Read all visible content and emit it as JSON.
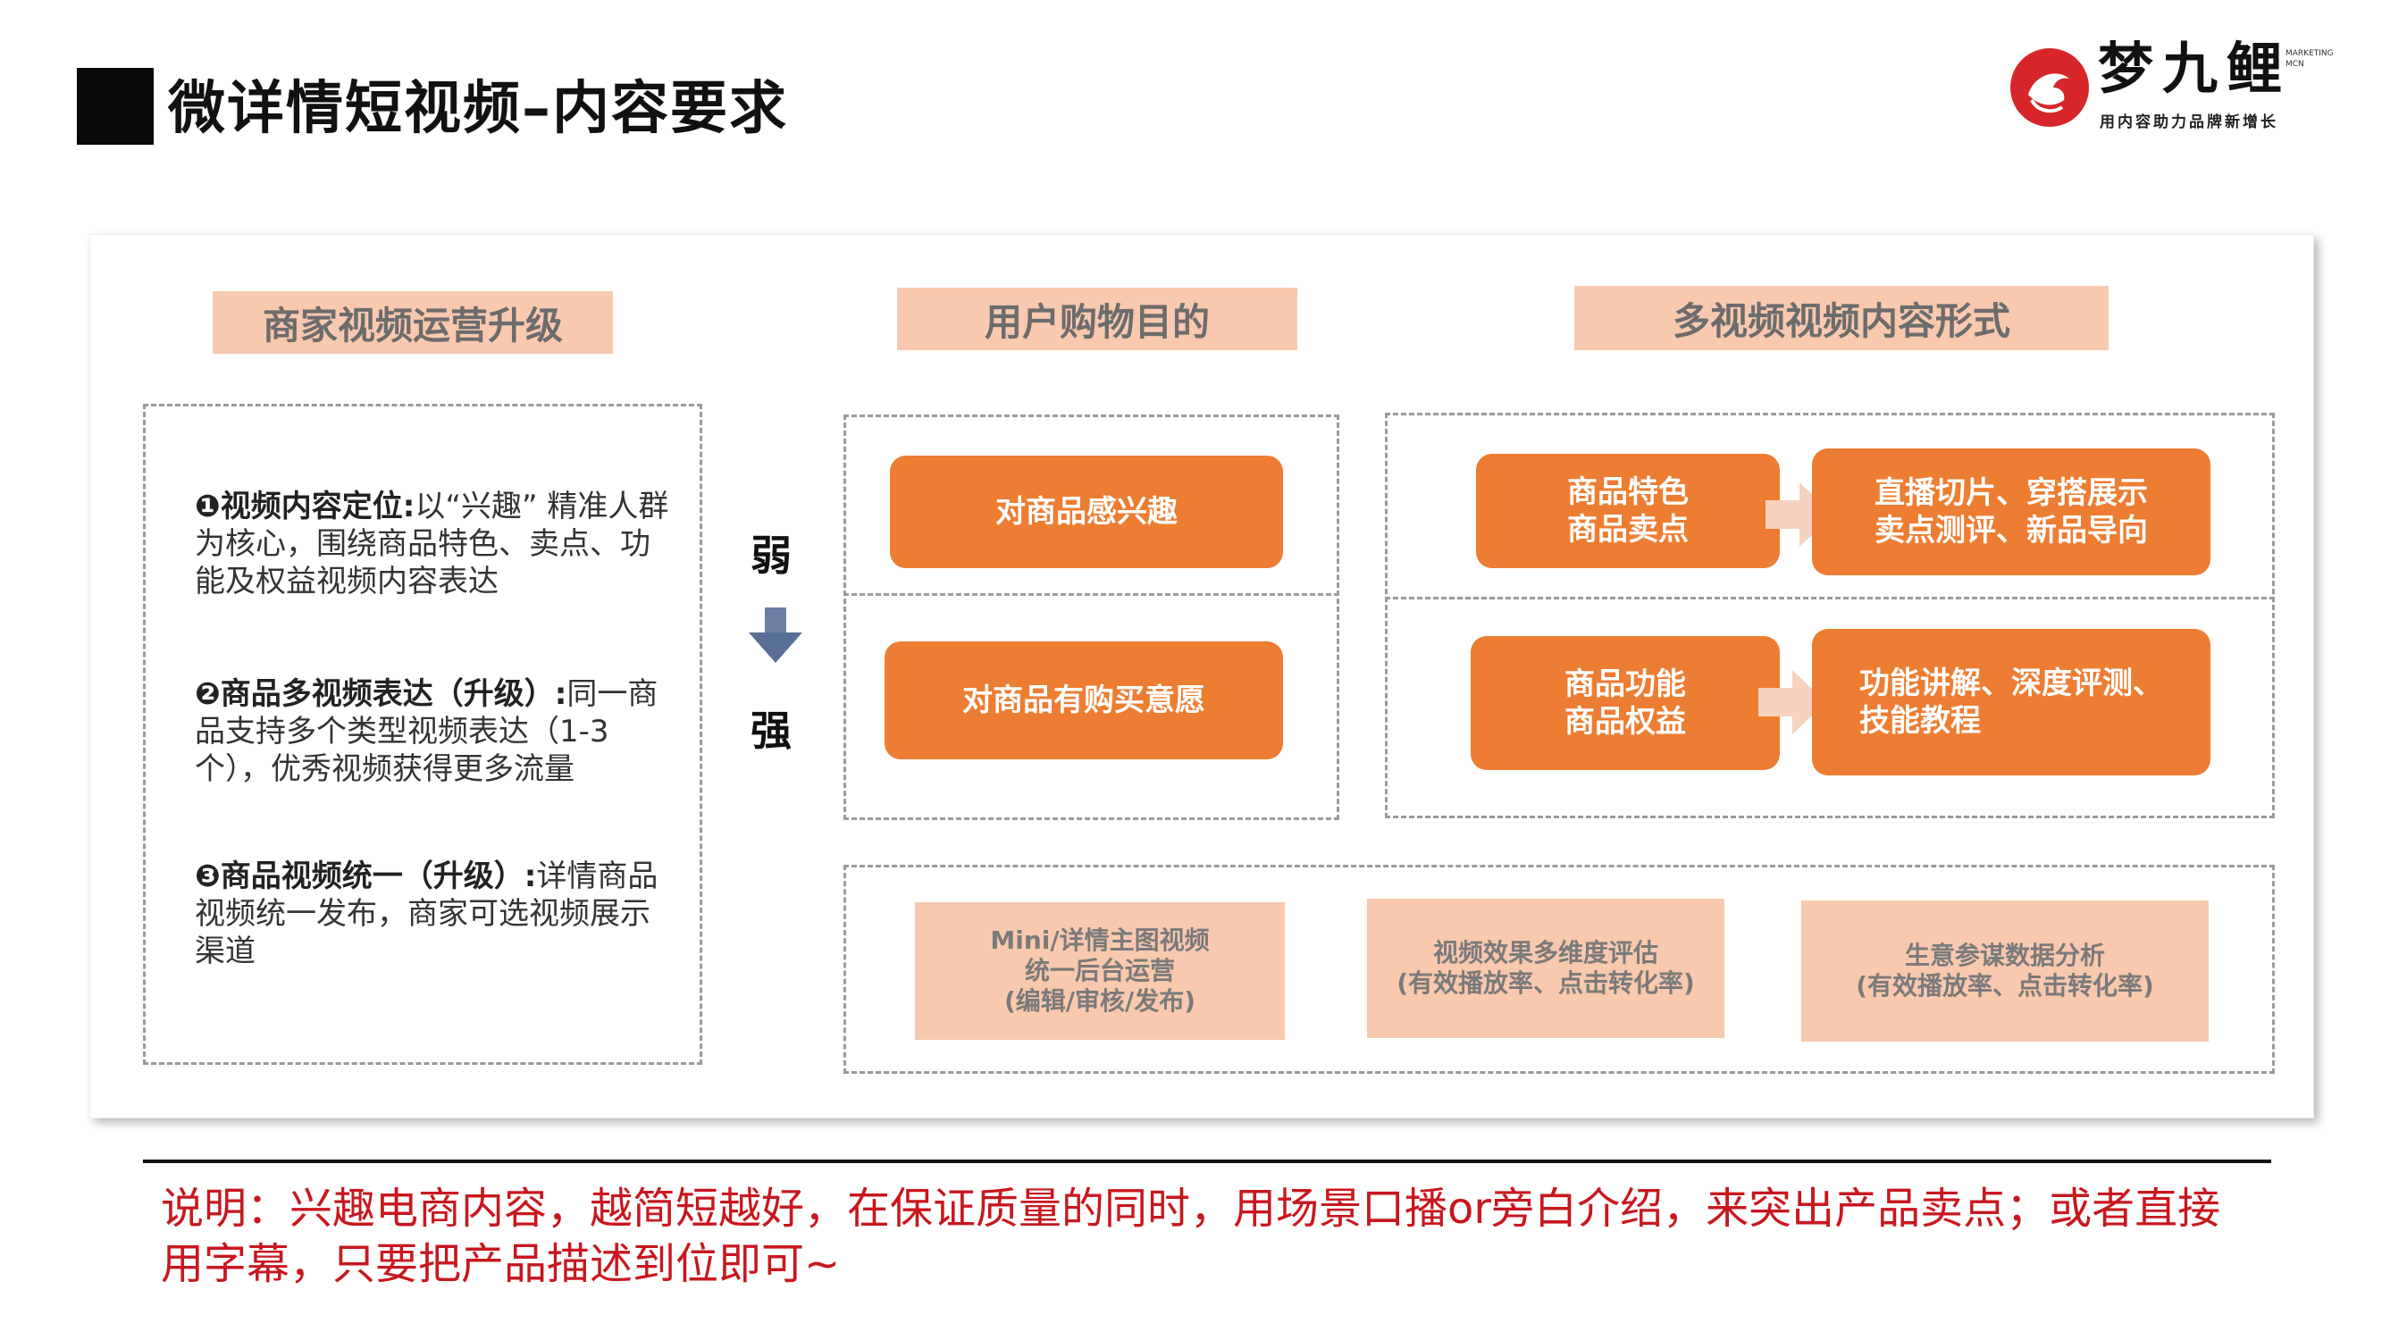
{
  "header": {
    "title": "微详情短视频–内容要求",
    "logo": {
      "name": "梦九鲤",
      "en_line1": "MARKETING",
      "en_line2": "MCN",
      "slogan": "用内容助力品牌新增长"
    }
  },
  "categories": {
    "operations": "商家视频运营升级",
    "purpose": "用户购物目的",
    "forms": "多视频视频内容形式"
  },
  "left_items": [
    {
      "heading": "❶视频内容定位:",
      "body": "以“兴趣” 精准人群为核心，围绕商品特色、卖点、功能及权益视频内容表达"
    },
    {
      "heading": "❷商品多视频表达（升级）:",
      "body": "同一商品支持多个类型视频表达（1-3个），优秀视频获得更多流量"
    },
    {
      "heading": "❸商品视频统一（升级）:",
      "body": "详情商品视频统一发布，商家可选视频展示渠道"
    }
  ],
  "scale": {
    "weak": "弱",
    "strong": "强"
  },
  "purpose_boxes": {
    "interest": "对商品感兴趣",
    "purchase": "对商品有购买意愿"
  },
  "form_boxes": {
    "features_line1": "商品特色",
    "features_line2": "商品卖点",
    "content1_line1": "直播切片、穿搭展示",
    "content1_line2": "卖点测评、新品导向",
    "function_line1": "商品功能",
    "function_line2": "商品权益",
    "content2_line1": "功能讲解、深度评测、",
    "content2_line2": "技能教程"
  },
  "bottom_boxes": {
    "mini_line1": "Mini/详情主图视频",
    "mini_line2": "统一后台运营",
    "mini_line3": "(编辑/审核/发布)",
    "eval_line1": "视频效果多维度评估",
    "eval_line2": "(有效播放率、点击转化率)",
    "analysis_line1": "生意参谋数据分析",
    "analysis_line2": "(有效播放率、点击转化率)"
  },
  "note": "说明：兴趣电商内容，越简短越好，在保证质量的同时，用场景口播or旁白介绍，来突出产品卖点；或者直接用字幕，只要把产品描述到位即可~",
  "colors": {
    "orange": "#ed7d32",
    "peach": "#f8c9ae",
    "note_red": "#c8171e",
    "logo_red": "#d7262a"
  }
}
